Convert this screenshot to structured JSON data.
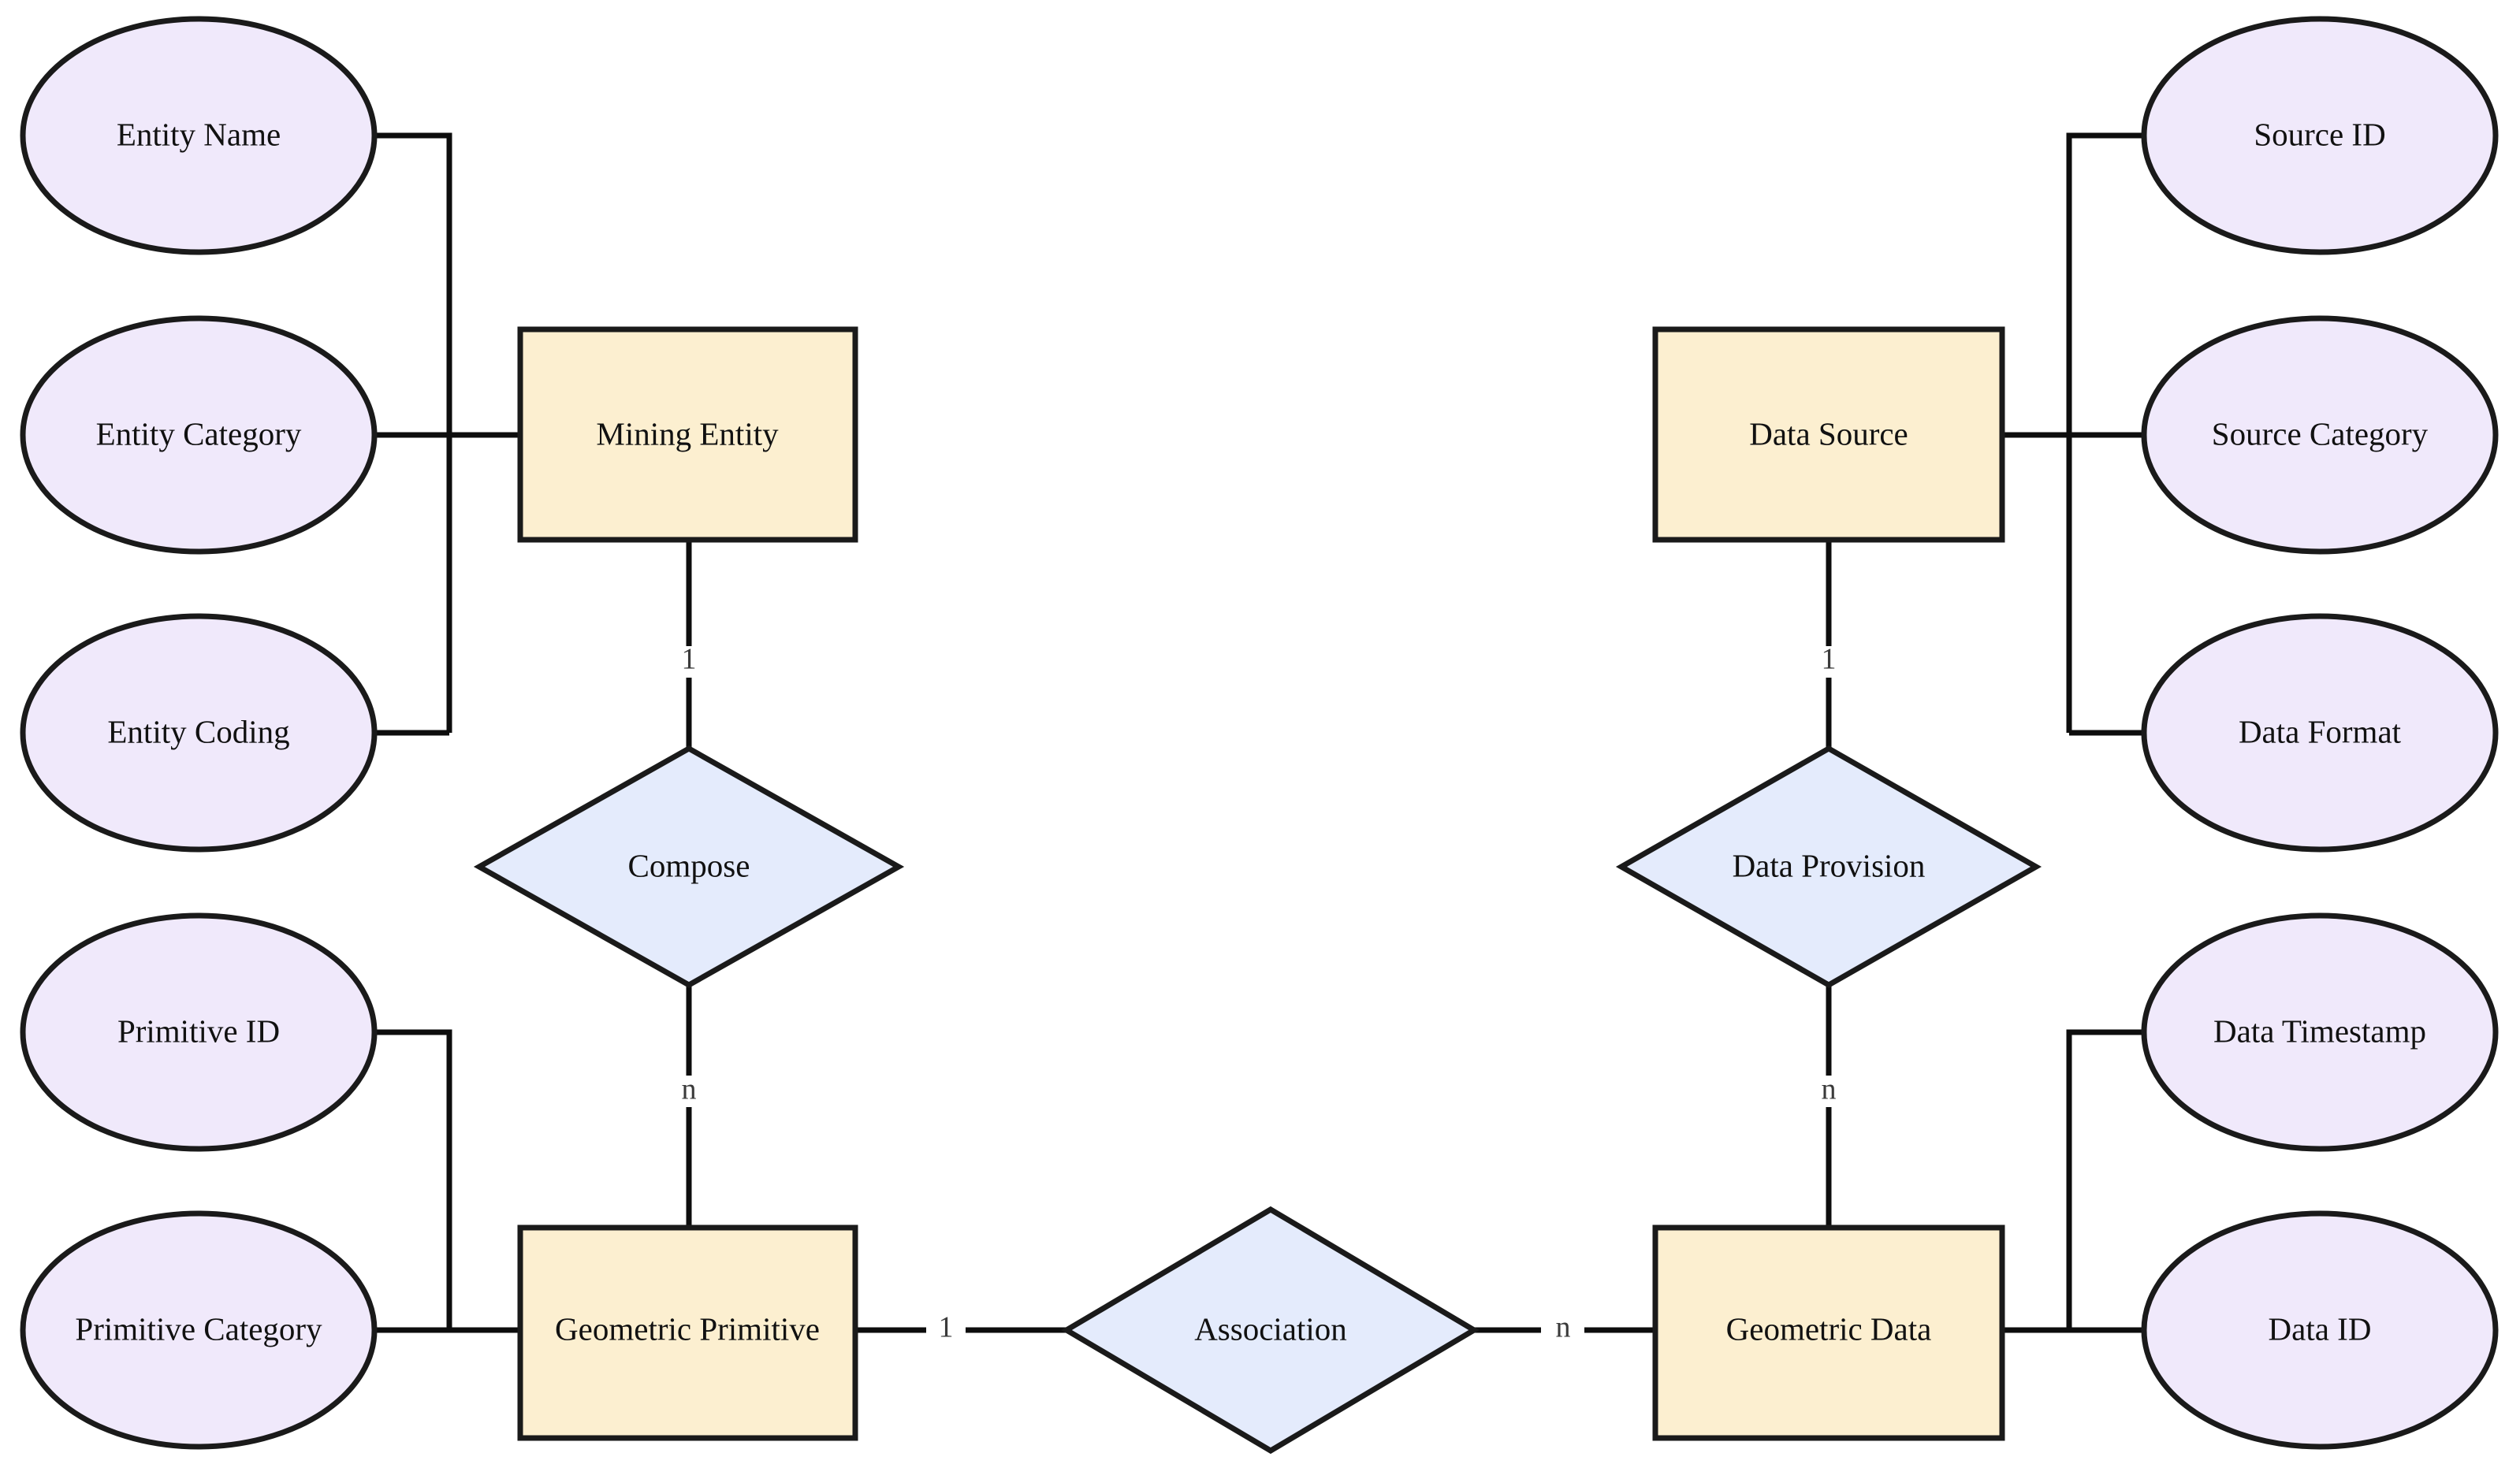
{
  "diagram": {
    "kind": "entity-relationship-diagram",
    "background_color": "#FFFFFF",
    "palette": {
      "entity_fill": "#FCEFD0",
      "relationship_fill": "#E4EBFC",
      "attribute_fill": "#F0E9FB",
      "stroke": "#111111"
    },
    "entities": [
      {
        "id": "mining_entity",
        "label": "Mining Entity"
      },
      {
        "id": "geometric_primitive",
        "label": "Geometric Primitive"
      },
      {
        "id": "data_source",
        "label": "Data Source"
      },
      {
        "id": "geometric_data",
        "label": "Geometric Data"
      }
    ],
    "relationships": [
      {
        "id": "compose",
        "label": "Compose"
      },
      {
        "id": "association",
        "label": "Association"
      },
      {
        "id": "data_provision",
        "label": "Data Provision"
      }
    ],
    "attributes": [
      {
        "id": "entity_name",
        "label": "Entity Name",
        "owner": "mining_entity"
      },
      {
        "id": "entity_category",
        "label": "Entity Category",
        "owner": "mining_entity"
      },
      {
        "id": "entity_coding",
        "label": "Entity Coding",
        "owner": "mining_entity"
      },
      {
        "id": "primitive_id",
        "label": "Primitive ID",
        "owner": "geometric_primitive"
      },
      {
        "id": "primitive_category",
        "label": "Primitive Category",
        "owner": "geometric_primitive"
      },
      {
        "id": "source_id",
        "label": "Source ID",
        "owner": "data_source"
      },
      {
        "id": "source_category",
        "label": "Source Category",
        "owner": "data_source"
      },
      {
        "id": "data_format",
        "label": "Data Format",
        "owner": "data_source"
      },
      {
        "id": "data_timestamp",
        "label": "Data Timestamp",
        "owner": "geometric_data"
      },
      {
        "id": "data_id",
        "label": "Data ID",
        "owner": "geometric_data"
      }
    ],
    "cardinalities": {
      "mining_to_compose": "1",
      "compose_to_primitive": "n",
      "primitive_to_association": "1",
      "association_to_data": "n",
      "source_to_provision": "1",
      "provision_to_data": "n"
    }
  }
}
